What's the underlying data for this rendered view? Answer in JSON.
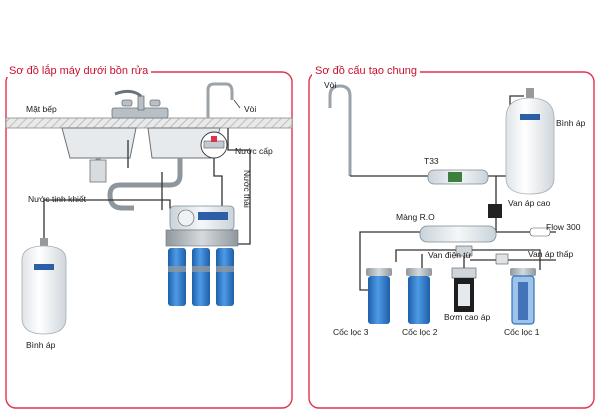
{
  "left_panel": {
    "title": "Sơ đồ lắp máy dưới bồn rửa",
    "labels": {
      "counter": "Mặt bếp",
      "faucet": "Vòi",
      "feed_water": "Nước cấp",
      "waste_water": "Nước thải",
      "pure_water": "Nước tinh khiết",
      "tank": "Bình áp"
    }
  },
  "right_panel": {
    "title": "Sơ đồ cấu tạo chung",
    "labels": {
      "faucet": "Vòi",
      "tank": "Bình áp",
      "t33": "T33",
      "high_pressure_valve": "Van áp cao",
      "ro_membrane": "Màng R.O",
      "flow": "Flow 300",
      "solenoid_valve": "Van điện từ",
      "low_pressure_valve": "Van áp thấp",
      "filter3": "Cốc lọc 3",
      "filter2": "Cốc lọc 2",
      "pump": "Bơm cao áp",
      "filter1": "Cốc lọc 1"
    }
  },
  "colors": {
    "accent": "#c8102e",
    "border": "#e0324b",
    "pipe": "#333333",
    "filter_blue": "#2a74c4",
    "filter_cap": "#9aa3aa",
    "tank_white": "#f3f5f7"
  }
}
